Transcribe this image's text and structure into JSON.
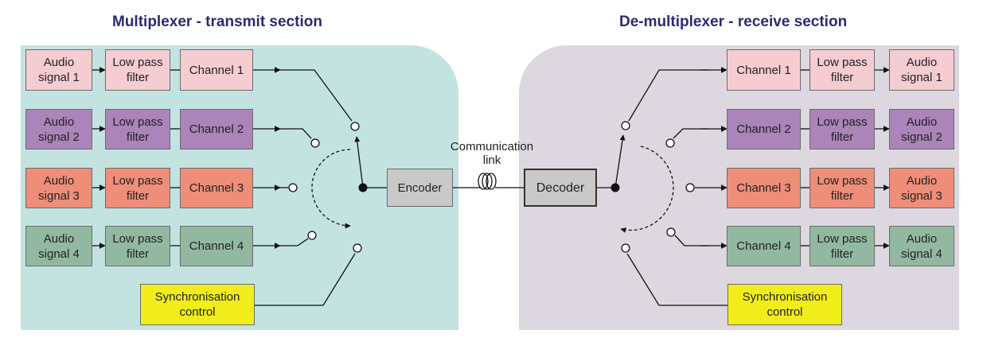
{
  "titles": {
    "transmit": "Multiplexer - transmit section",
    "receive": "De-multiplexer - receive section"
  },
  "link_label": "Communication\nlink",
  "colors": {
    "transmit_panel": "#c3e3e1",
    "receive_panel": "#ddd8df",
    "title_text": "#2b2a72",
    "channel_1": "#f5ccd2",
    "channel_2": "#ab84b9",
    "channel_3": "#ee8e78",
    "channel_4": "#93b8a2",
    "codec": "#c9c9c9",
    "sync": "#f1ed1b"
  },
  "transmit": {
    "rows": [
      {
        "source": "Audio\nsignal 1",
        "filter": "Low pass\nfilter",
        "channel": "Channel 1"
      },
      {
        "source": "Audio\nsignal 2",
        "filter": "Low pass\nfilter",
        "channel": "Channel 2"
      },
      {
        "source": "Audio\nsignal 3",
        "filter": "Low pass\nfilter",
        "channel": "Channel 3"
      },
      {
        "source": "Audio\nsignal 4",
        "filter": "Low pass\nfilter",
        "channel": "Channel 4"
      }
    ],
    "encoder": "Encoder",
    "sync": "Synchronisation\ncontrol"
  },
  "receive": {
    "rows": [
      {
        "channel": "Channel 1",
        "filter": "Low pass\nfilter",
        "output": "Audio\nsignal 1"
      },
      {
        "channel": "Channel 2",
        "filter": "Low pass\nfilter",
        "output": "Audio\nsignal 2"
      },
      {
        "channel": "Channel 3",
        "filter": "Low pass\nfilter",
        "output": "Audio\nsignal 3"
      },
      {
        "channel": "Channel 4",
        "filter": "Low pass\nfilter",
        "output": "Audio\nsignal 4"
      }
    ],
    "decoder": "Decoder",
    "sync": "Synchronisation\ncontrol"
  }
}
